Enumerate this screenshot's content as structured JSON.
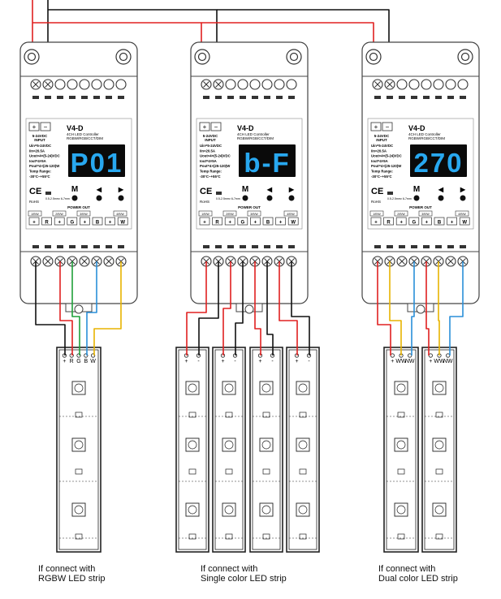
{
  "controllers": [
    {
      "model": "V4-D",
      "subtitle": "4CH LED Controller",
      "modes": "RGBW/RGB/CCT/DIM",
      "display": "P01"
    },
    {
      "model": "V4-D",
      "subtitle": "4CH LED Controller",
      "modes": "RGBW/RGB/CCT/DIM",
      "display": "b-F"
    },
    {
      "model": "V4-D",
      "subtitle": "4CH LED Controller",
      "modes": "RGBW/RGB/CCT/DIM",
      "display": "270"
    }
  ],
  "input_label": "5-24VDC INPUT",
  "spec_lines": [
    "Uin=5-24VDC",
    "Iin=20.5A",
    "Uout=4×(5-24)VDC",
    "Iout=4×5A",
    "Pout=4×(25-120)W",
    "Temp Range:",
    "-30°C~+55°C"
  ],
  "ce_mark": "CE",
  "rohs_label": "RoHS",
  "wire_note": "0.5-2.5mm² 6-7mm",
  "button_labels": [
    "M",
    "◀",
    "▶"
  ],
  "power_out_label": "POWER OUT",
  "channel_tags": [
    "1/R/W",
    "2/R/W",
    "3/R/W",
    "4/R/W"
  ],
  "output_terminals": [
    "+",
    "R",
    "+",
    "G",
    "+",
    "B",
    "+",
    "W"
  ],
  "strips": {
    "rgbw": {
      "labels": [
        "+",
        "R",
        "G",
        "B",
        "W"
      ]
    },
    "single": {
      "labels": [
        "+",
        "-"
      ]
    },
    "dual": {
      "labels": [
        "+",
        "WW",
        "NW"
      ]
    }
  },
  "colors": {
    "red": "#e02020",
    "black": "#111111",
    "green": "#1fa03a",
    "blue": "#2a8fd8",
    "yellow": "#e8b400",
    "lcd_bg": "#0a0a0a",
    "lcd_digit": "#28a8f0"
  },
  "captions": [
    {
      "line1": "If connect with",
      "line2": "RGBW LED strip"
    },
    {
      "line1": "If connect with",
      "line2": "Single color LED strip"
    },
    {
      "line1": "If connect with",
      "line2": "Dual color LED strip"
    }
  ]
}
